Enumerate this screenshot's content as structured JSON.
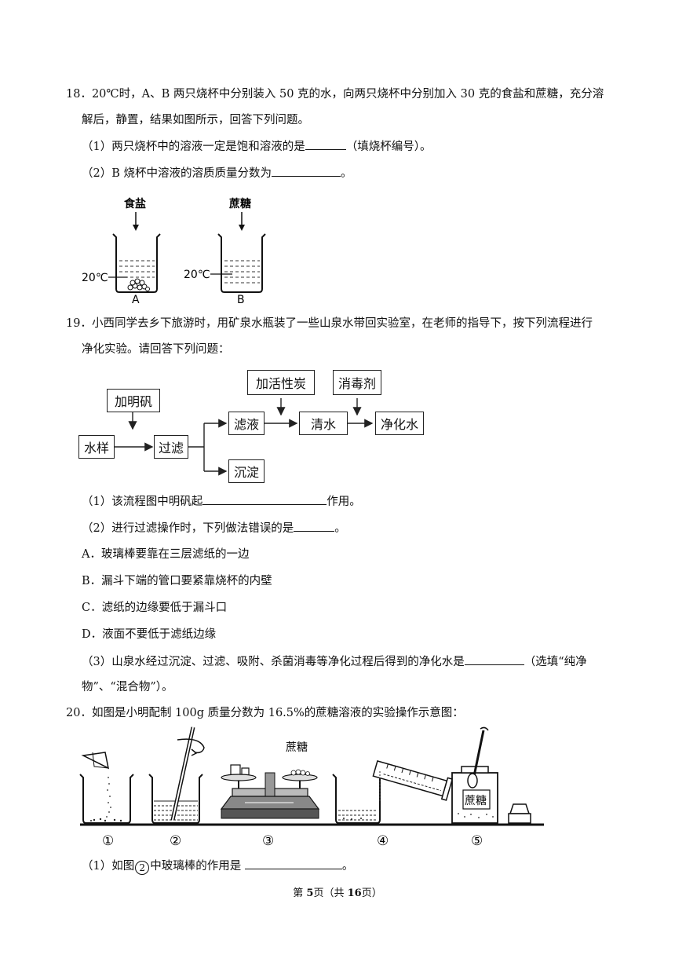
{
  "q18": {
    "stem_1": "18．20℃时，A、B 两只烧杯中分别装入 50 克的水，向两只烧杯中分别加入 30 克的食盐和蔗糖，充分溶",
    "stem_2": "解后，静置，结果如图所示，回答下列问题。",
    "sub1_pre": "（1）两只烧杯中的溶液一定是饱和溶液的是",
    "sub1_post": "（填烧杯编号）。",
    "sub2_pre": "（2）B 烧杯中溶液的溶质质量分数为",
    "sub2_post": "。",
    "fig": {
      "salt": "食盐",
      "sugar": "蔗糖",
      "temp_a": "20℃",
      "temp_b": "20℃",
      "label_a": "A",
      "label_b": "B"
    }
  },
  "q19": {
    "stem_1": "19．小西同学去乡下旅游时，用矿泉水瓶装了一些山泉水带回实验室，在老师的指导下，按下列流程进行",
    "stem_2": "净化实验。请回答下列问题：",
    "flow": {
      "alum": "加明矾",
      "sample": "水样",
      "filter": "过滤",
      "filtrate": "滤液",
      "sediment": "沉淀",
      "carbon": "加活性炭",
      "clear": "清水",
      "disinfect": "消毒剂",
      "purified": "净化水"
    },
    "sub1_pre": "（1）该流程图中明矾起",
    "sub1_post": "作用。",
    "sub2_pre": "（2）进行过滤操作时，下列做法错误的是",
    "sub2_post": "。",
    "options": [
      "A．玻璃棒要靠在三层滤纸的一边",
      "B．漏斗下端的管口要紧靠烧杯的内壁",
      "C．滤纸的边缘要低于漏斗口",
      "D．液面不要低于滤纸边缘"
    ],
    "sub3_pre": "（3）山泉水经过沉淀、过滤、吸附、杀菌消毒等净化过程后得到的净化水是",
    "sub3_post": "（选填“纯净",
    "sub3_line2": "物”、“混合物”）。"
  },
  "q20": {
    "stem": "20．如图是小明配制 100g 质量分数为 16.5%的蔗糖溶液的实验操作示意图：",
    "fig": {
      "sugar_top": "蔗糖",
      "sugar_jar": "蔗糖",
      "steps": [
        "①",
        "②",
        "③",
        "④",
        "⑤"
      ]
    },
    "sub1_pre": "（1）如图",
    "sub1_circ": "2",
    "sub1_mid": "中玻璃棒的作用是",
    "sub1_post": "。"
  },
  "footer": {
    "pre": "第 ",
    "page": "5",
    "mid": "页（共 ",
    "total": "16",
    "post": "页）"
  }
}
